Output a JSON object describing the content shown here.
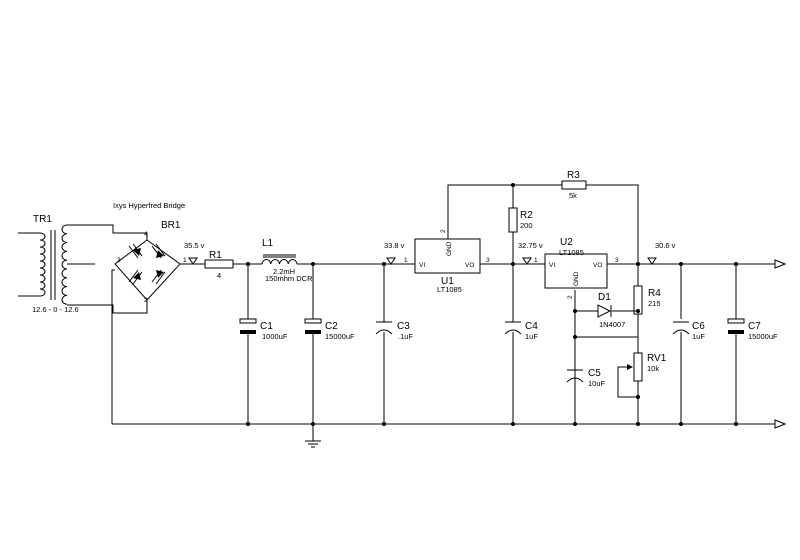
{
  "title": "Ixys Hyperfred Bridge",
  "ground_label": "",
  "nets": {
    "rect_out": "35.5 v",
    "u1_in": "33.8 v",
    "u2_in": "32.75 v",
    "output": "30.6 v"
  },
  "tr1": {
    "ref": "TR1",
    "value": "12.6 - 0 - 12.6"
  },
  "br1": {
    "ref": "BR1",
    "pins": [
      "4",
      "3",
      "1",
      "2"
    ]
  },
  "r1": {
    "ref": "R1",
    "value": "4"
  },
  "l1": {
    "ref": "L1",
    "value": "2.2mH",
    "dcr": "150mhm DCR"
  },
  "c1": {
    "ref": "C1",
    "value": "1000uF"
  },
  "c2": {
    "ref": "C2",
    "value": "15000uF"
  },
  "c3": {
    "ref": "C3",
    "value": ".1uF"
  },
  "u1": {
    "ref": "U1",
    "value": "LT1085",
    "vi": "VI",
    "vo": "VO",
    "gnd": "GND",
    "pin_in": "1",
    "pin_out": "3",
    "pin_gnd": "2"
  },
  "r2": {
    "ref": "R2",
    "value": "200"
  },
  "r3": {
    "ref": "R3",
    "value": "5k"
  },
  "c4": {
    "ref": "C4",
    "value": "1uF"
  },
  "u2": {
    "ref": "U2",
    "value": "LT1085",
    "vi": "VI",
    "vo": "VO",
    "gnd": "GND",
    "pin_in": "1",
    "pin_out": "3",
    "pin_gnd": "2"
  },
  "d1": {
    "ref": "D1",
    "value": "1N4007"
  },
  "r4": {
    "ref": "R4",
    "value": "215"
  },
  "c5": {
    "ref": "C5",
    "value": "10uF"
  },
  "rv1": {
    "ref": "RV1",
    "value": "10k"
  },
  "c6": {
    "ref": "C6",
    "value": "1uF"
  },
  "c7": {
    "ref": "C7",
    "value": "15000uF"
  }
}
